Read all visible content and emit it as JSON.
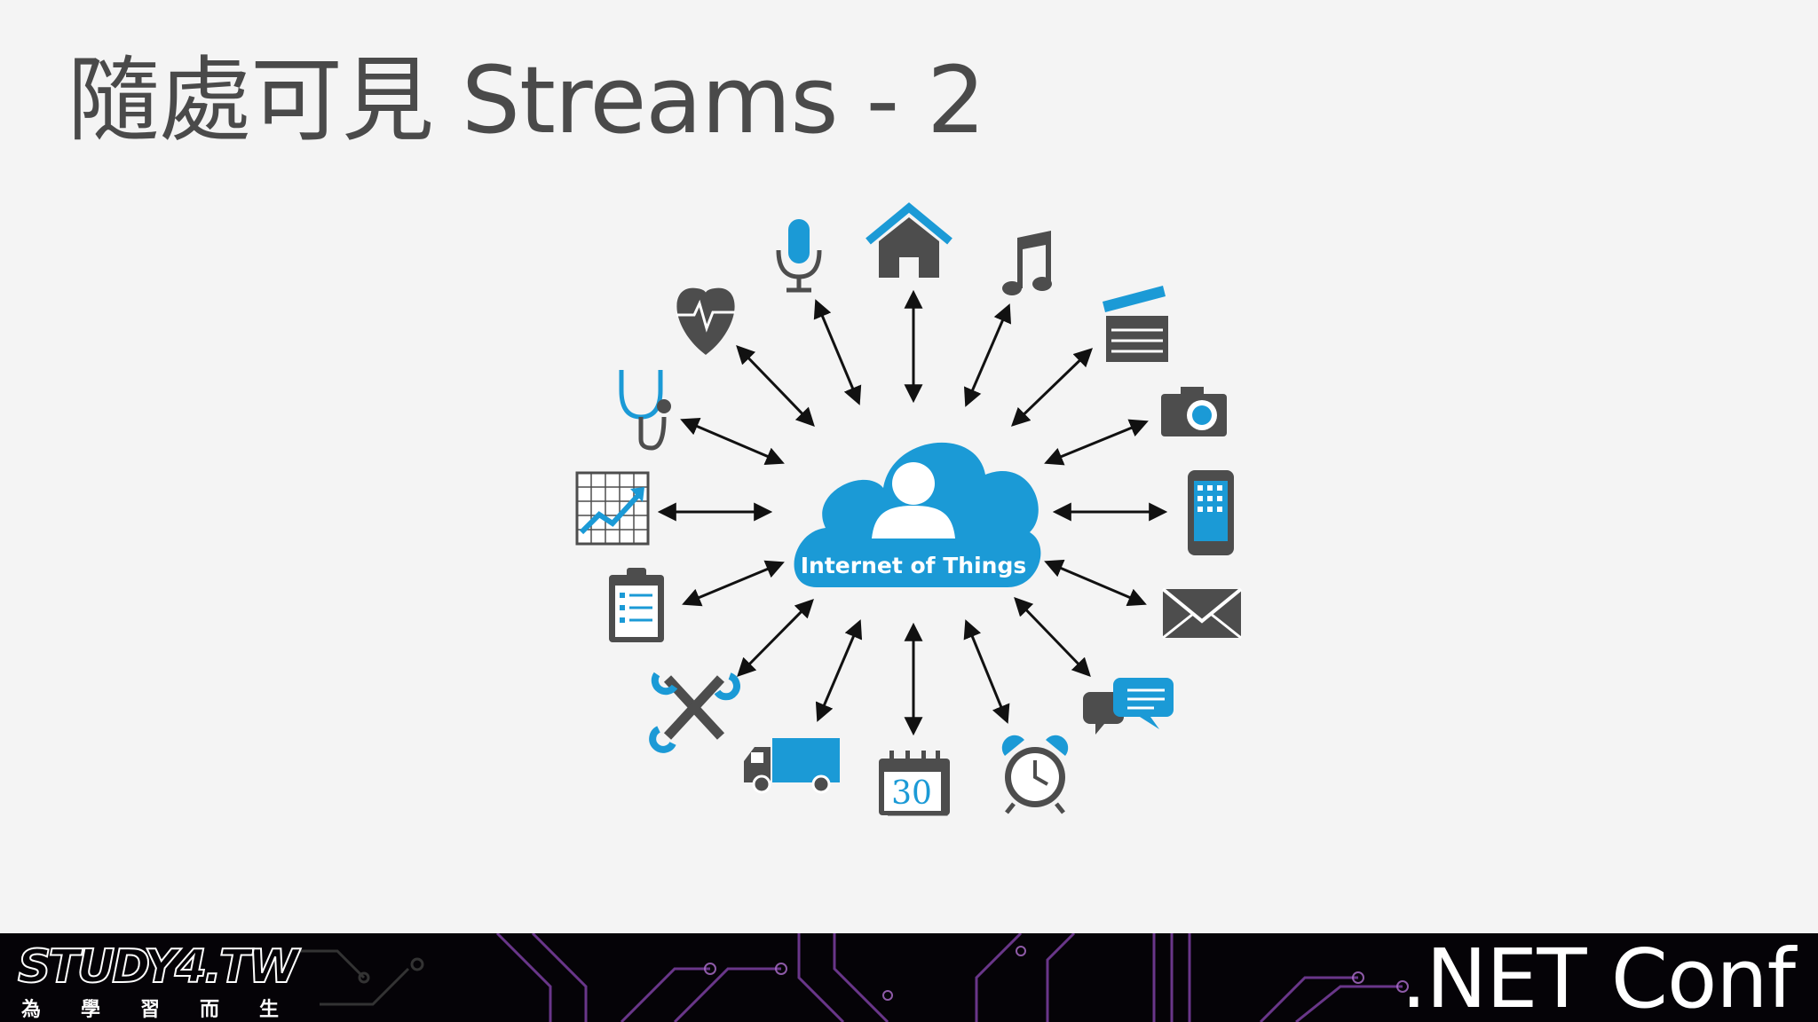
{
  "slide": {
    "title": "隨處可見 Streams - 2"
  },
  "diagram": {
    "center_label": "Internet of Things",
    "calendar_day": "30",
    "icons": [
      "microphone-icon",
      "home-icon",
      "music-note-icon",
      "clapperboard-icon",
      "camera-icon",
      "smartphone-icon",
      "envelope-icon",
      "chat-bubbles-icon",
      "alarm-clock-icon",
      "calendar-icon",
      "delivery-truck-icon",
      "tools-icon",
      "clipboard-icon",
      "growth-chart-icon",
      "stethoscope-icon",
      "heart-rate-icon"
    ],
    "colors": {
      "accent_blue": "#1b9ad6",
      "icon_dark": "#4d4d4d"
    }
  },
  "footer": {
    "brand": "STUDY4.TW",
    "brand_tagline": [
      "為",
      "學",
      "習",
      "而",
      "生"
    ],
    "conference": ".NET Conf"
  }
}
